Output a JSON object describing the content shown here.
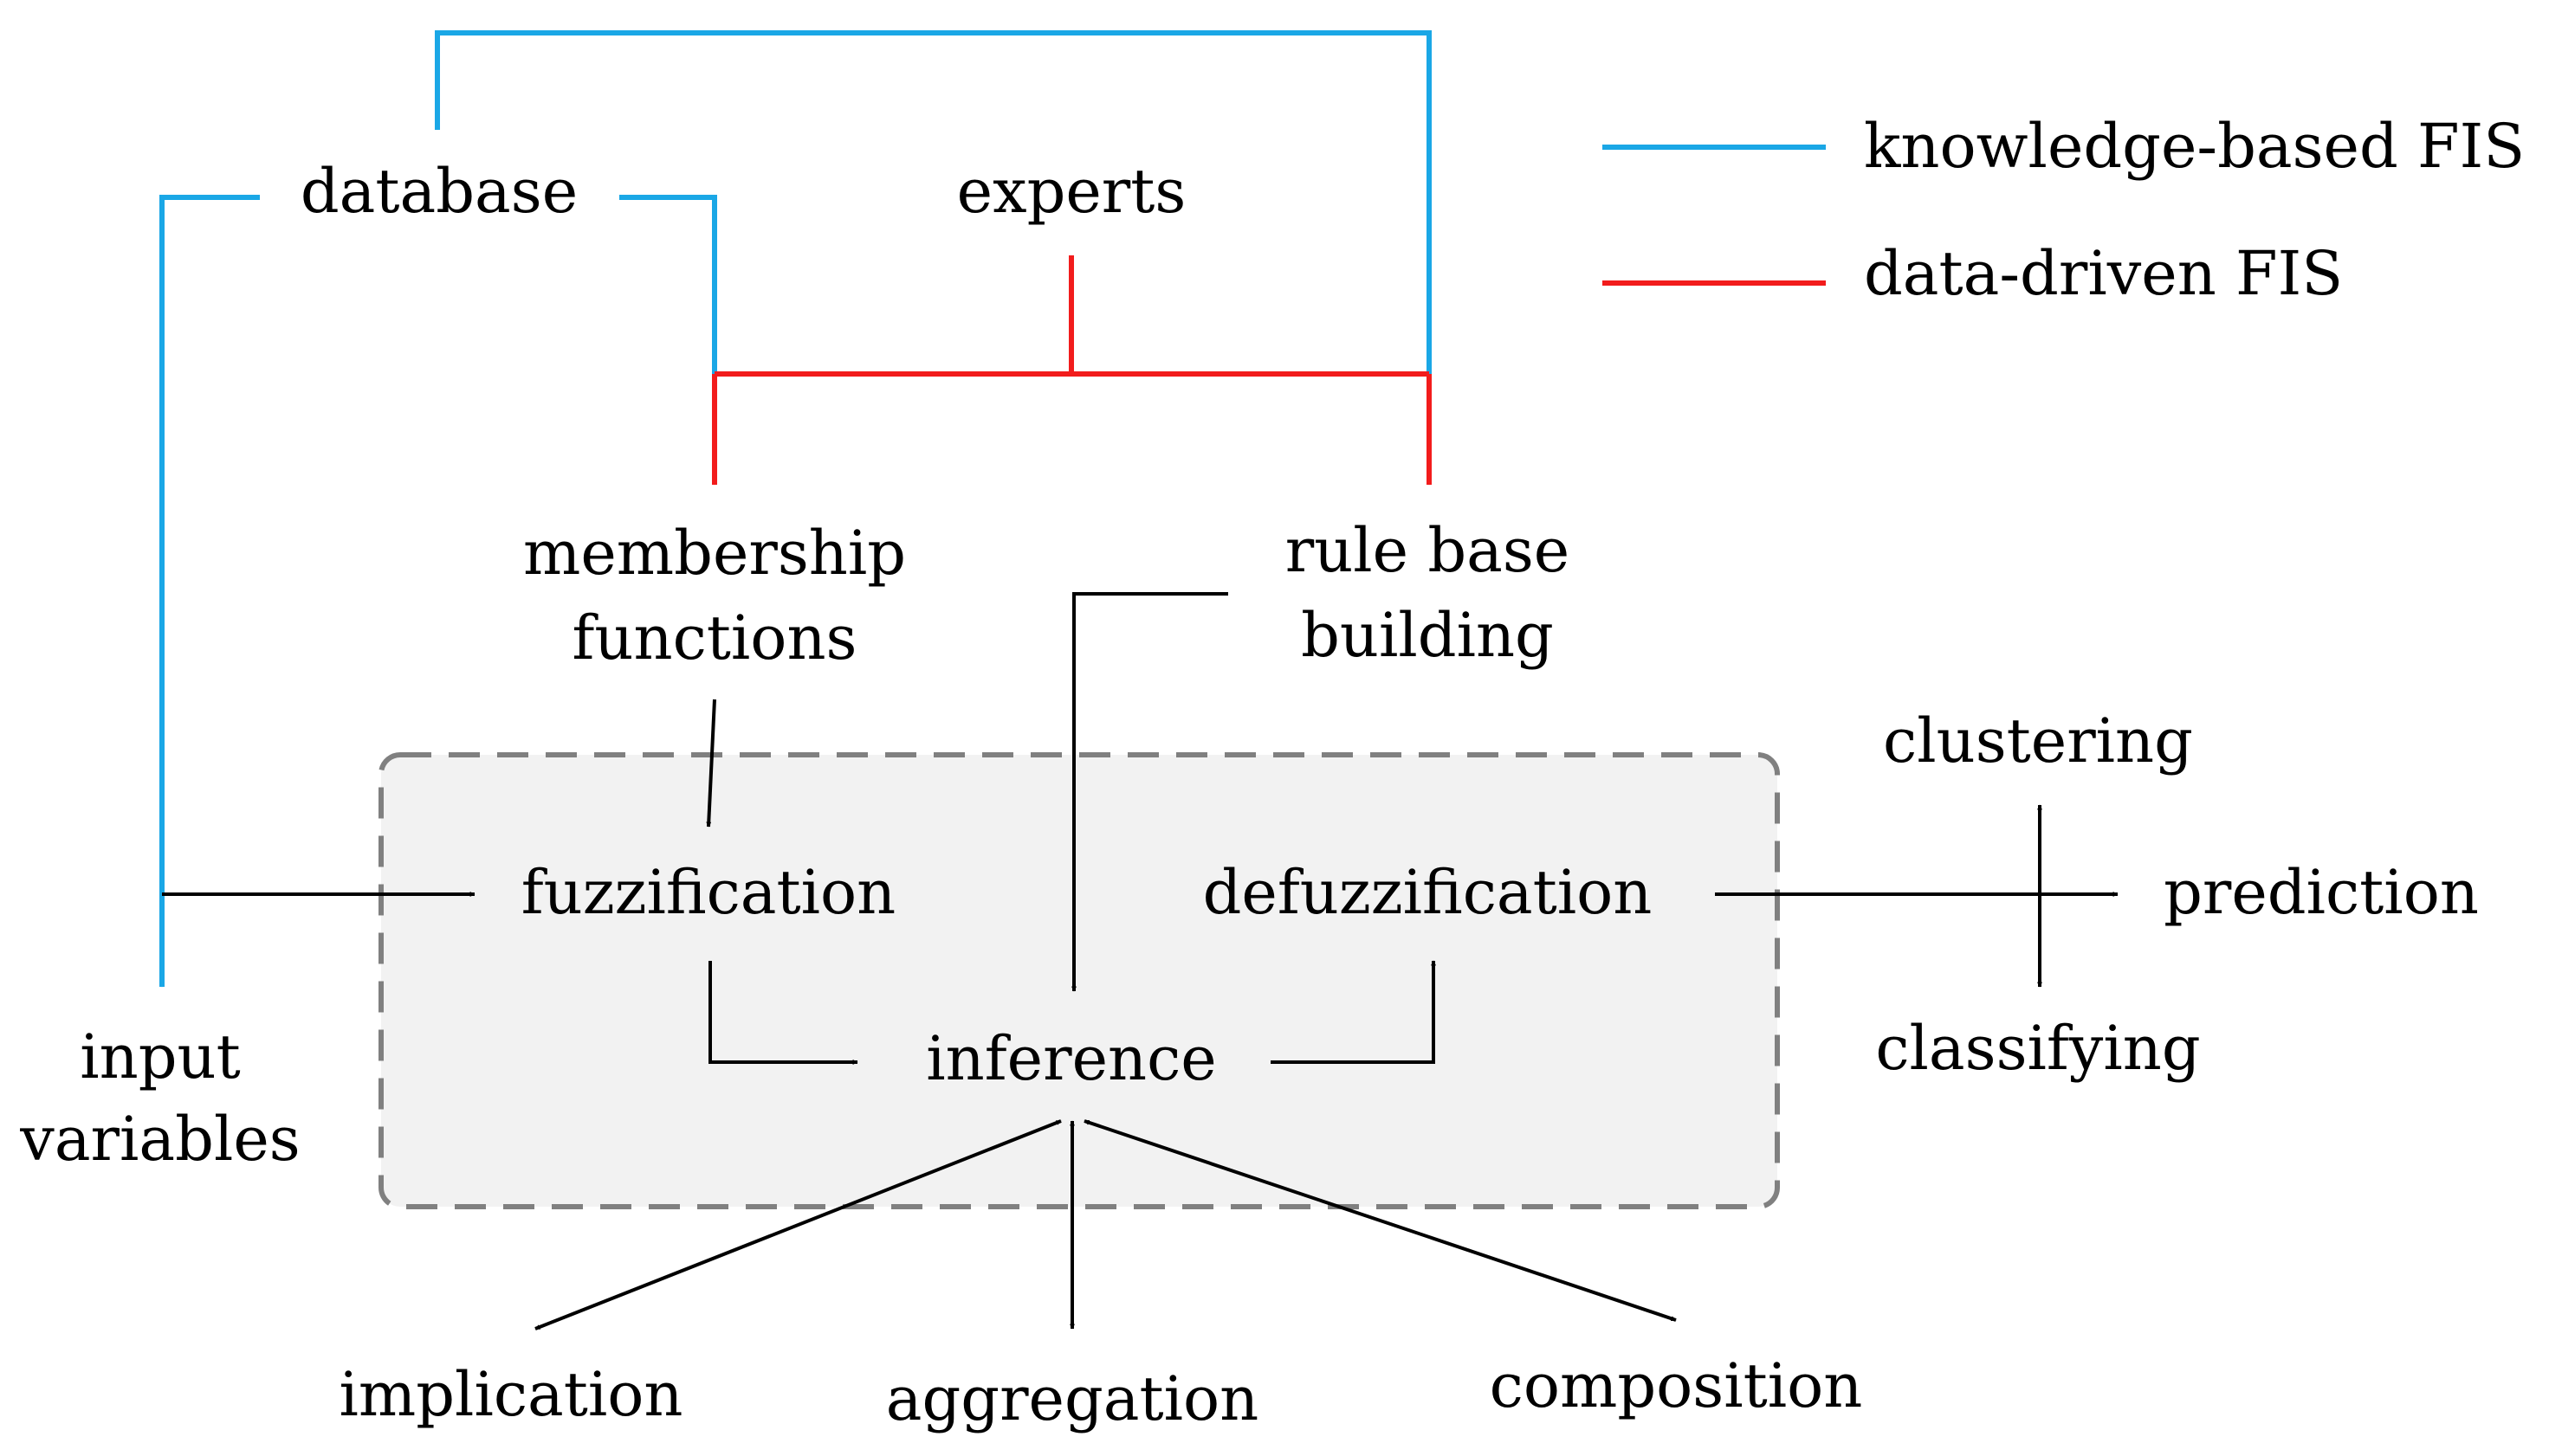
{
  "legend": {
    "knowledge": {
      "label": "knowledge-based FIS",
      "color": "#1aa7e6"
    },
    "data": {
      "label": "data-driven FIS",
      "color": "#f21c1c"
    }
  },
  "nodes": {
    "database": "database",
    "experts": "experts",
    "membership_1": "membership",
    "membership_2": "functions",
    "rule_1": "rule base",
    "rule_2": "building",
    "input_1": "input",
    "input_2": "variables",
    "fuzzification": "fuzzification",
    "defuzzification": "defuzzification",
    "inference": "inference",
    "clustering": "clustering",
    "prediction": "prediction",
    "classifying": "classifying",
    "implication": "implication",
    "aggregation": "aggregation",
    "composition": "composition"
  },
  "colors": {
    "process_box_fill": "#f2f2f2",
    "process_box_border": "#808080",
    "arrow": "#000000"
  }
}
